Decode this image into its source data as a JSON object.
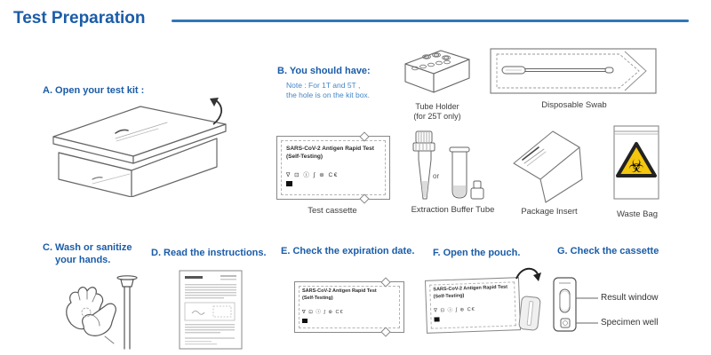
{
  "header": {
    "title": "Test Preparation"
  },
  "colors": {
    "heading_blue": "#1a5ca8",
    "note_blue": "#4586c6",
    "rule_blue": "#2e77b8",
    "label_gray": "#3d3d3d",
    "biohazard_yellow": "#f4c60e"
  },
  "steps": {
    "a": {
      "heading": "A. Open your test kit :"
    },
    "b": {
      "heading": "B. You should have:",
      "note": [
        "Note :  For 1T and 5T ,",
        "the hole is on the kit box."
      ],
      "items": {
        "tube_holder": {
          "label": [
            "Tube Holder",
            "(for 25T only)"
          ]
        },
        "disposable_swab": {
          "label": "Disposable Swab"
        },
        "test_cassette": {
          "label": "Test cassette"
        },
        "extraction_buffer_tube": {
          "label": "Extraction Buffer Tube",
          "or": "or"
        },
        "package_insert": {
          "label": "Package Insert"
        },
        "waste_bag": {
          "label": "Waste Bag"
        }
      }
    },
    "c": {
      "heading": [
        "C. Wash or sanitize",
        "your hands."
      ]
    },
    "d": {
      "heading": "D. Read the instructions."
    },
    "e": {
      "heading": "E. Check the expiration date."
    },
    "f": {
      "heading": "F. Open the pouch."
    },
    "g": {
      "heading": "G. Check the cassette",
      "labels": {
        "result_window": "Result window",
        "specimen_well": "Specimen well"
      }
    }
  },
  "pouch": {
    "line1": "SARS-CoV-2 Antigen Rapid Test",
    "line2": "(Self-Testing)",
    "symbols": "∇ ⊡ ⓘ ∫ ⊛ C€"
  },
  "icons": {
    "biohazard": "☣"
  }
}
